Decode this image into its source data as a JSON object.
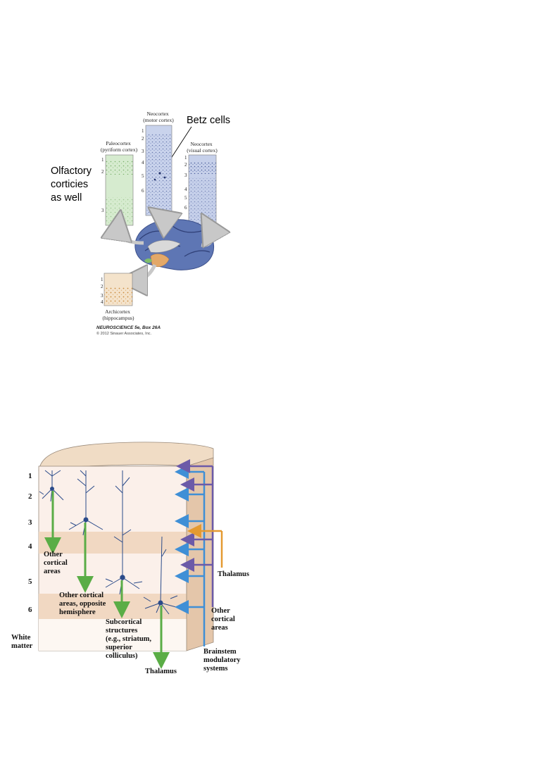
{
  "top_figure": {
    "annotation_olfactory": [
      "Olfactory",
      "corticies",
      "as well"
    ],
    "annotation_betz": "Betz cells",
    "paleocortex": {
      "title": [
        "Paleocortex",
        "(pyriform cortex)"
      ],
      "layers": [
        "1",
        "2",
        "3"
      ]
    },
    "motor_cortex": {
      "title": [
        "Neocortex",
        "(motor cortex)"
      ],
      "layers": [
        "1",
        "2",
        "3",
        "4",
        "5",
        "6"
      ]
    },
    "visual_cortex": {
      "title": [
        "Neocortex",
        "(visual cortex)"
      ],
      "layers": [
        "1",
        "2",
        "3",
        "4",
        "5",
        "6"
      ]
    },
    "archicortex": {
      "title": [
        "Archicortex",
        "(hippocampus)"
      ],
      "layers": [
        "1",
        "2",
        "3",
        "4"
      ]
    },
    "credit": [
      "NEUROSCIENCE 5e, Box 26A",
      "© 2012 Sinauer Associates, Inc."
    ],
    "colors": {
      "paleo": "#cfe6c7",
      "neo": "#c5d0ea",
      "archi": "#f1ddc0"
    }
  },
  "bottom_figure": {
    "layers": [
      "1",
      "2",
      "3",
      "4",
      "5",
      "6"
    ],
    "white_matter": [
      "White",
      "matter"
    ],
    "outputs": {
      "other_cortical": [
        "Other",
        "cortical",
        "areas"
      ],
      "opposite_hemisphere": [
        "Other cortical",
        "areas, opposite",
        "hemisphere"
      ],
      "subcortical": [
        "Subcortical",
        "structures",
        "(e.g., striatum,",
        "superior",
        "colliculus)"
      ],
      "thalamus": "Thalamus"
    },
    "inputs": {
      "thalamus": "Thalamus",
      "other_cortical": [
        "Other",
        "cortical",
        "areas"
      ],
      "brainstem": [
        "Brainstem",
        "modulatory",
        "systems"
      ]
    },
    "colors": {
      "green": "#5aad46",
      "blue": "#3f8fd6",
      "purple": "#6c5aa8",
      "orange": "#e49a31",
      "neuron": "#2b4b8a",
      "band": "#f1d8c2",
      "pale": "#fbf0ea"
    }
  }
}
